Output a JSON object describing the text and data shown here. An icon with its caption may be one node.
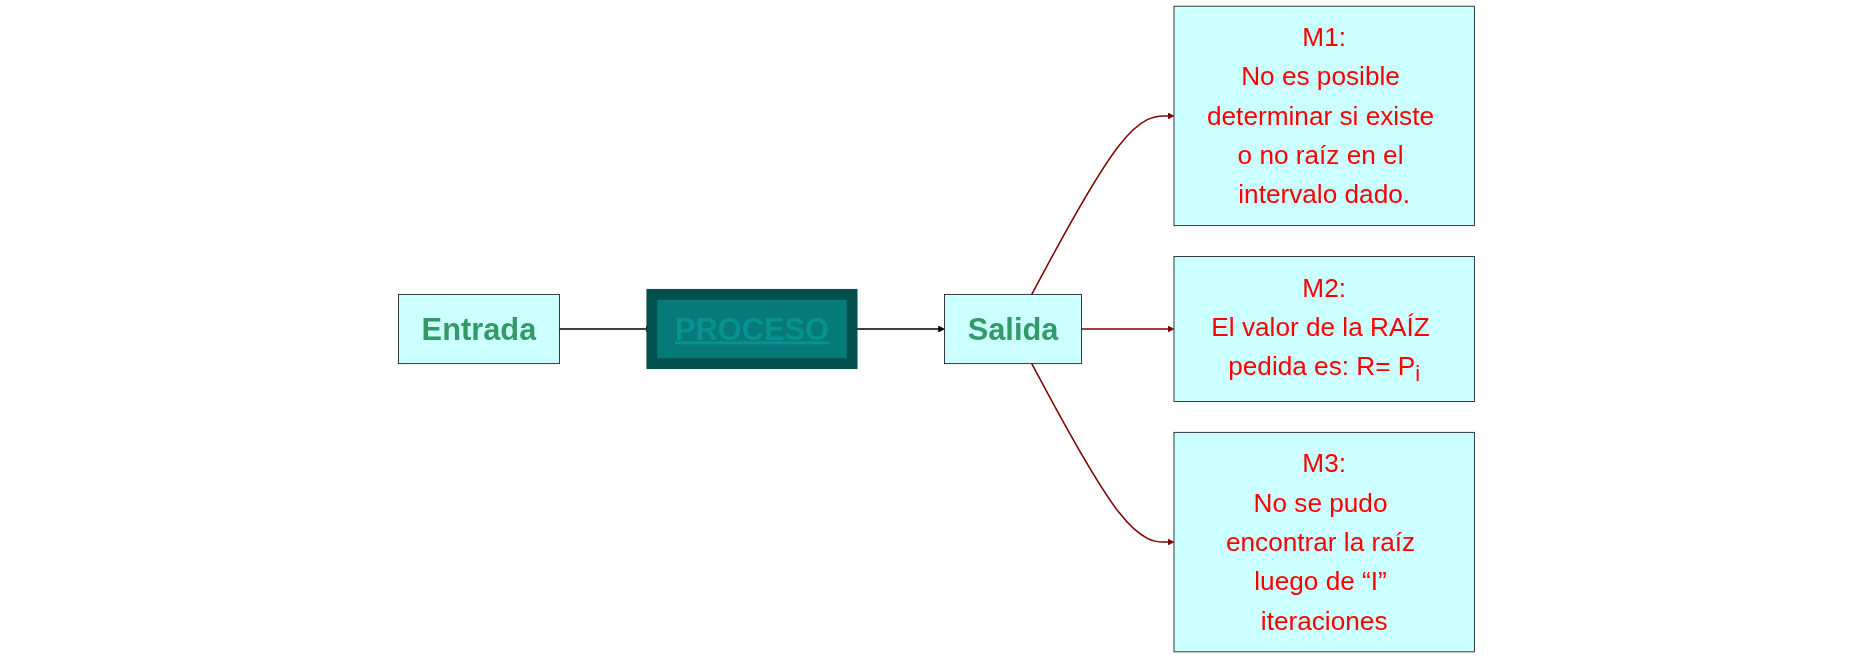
{
  "diagram": {
    "nodes": [
      {
        "text": [
          "Entrada"
        ]
      },
      {
        "text": [
          "PROCESO"
        ]
      },
      {
        "text": [
          "Salida"
        ]
      },
      {
        "text": [
          "M1:",
          "No es posible determinar si existe o no raíz en el intervalo dado."
        ]
      },
      {
        "text": [
          "M2:",
          "El valor de la RAÍZ pedida es: R= P$_{i}$"
        ]
      },
      {
        "text": [
          "M3:",
          "No se pudo encontrar la raíz luego de “I” iteraciones"
        ]
      }
    ],
    "edges": [
      {
        "from": 0,
        "to": 1,
        "arrow": "to",
        "color": "#000000"
      },
      {
        "from": 1,
        "to": 2,
        "arrow": "to",
        "color": "#000000"
      },
      {
        "from": 2,
        "to": 3,
        "arrow": "to"
      },
      {
        "from": 2,
        "to": 4,
        "arrow": "to"
      },
      {
        "from": 2,
        "to": 5,
        "arrow": "to"
      }
    ]
  }
}
